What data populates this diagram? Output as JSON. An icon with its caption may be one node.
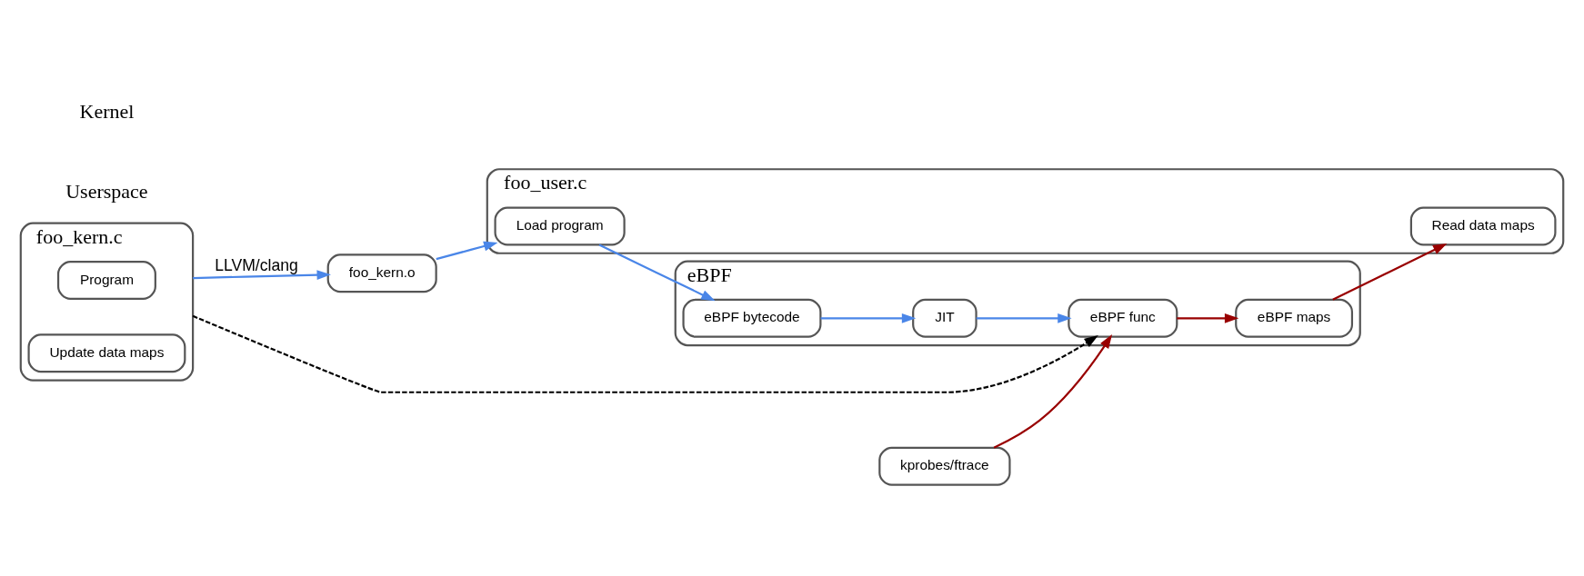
{
  "diagram": {
    "nodes": [
      {
        "text": [
          "foo_kern.c"
        ]
      },
      {
        "text": [
          "Program"
        ],
        "in": 0
      },
      {
        "text": [
          "Update data maps"
        ],
        "in": 0
      },
      {
        "text": [
          "foo_kern.o"
        ]
      },
      {
        "text": [
          "foo_user.c"
        ]
      },
      {
        "text": [
          "Load program"
        ],
        "in": 4
      },
      {
        "text": [
          "Read data maps"
        ],
        "in": 4
      },
      {
        "text": [
          "eBPF"
        ]
      },
      {
        "text": [
          "eBPF bytecode"
        ],
        "in": 7
      },
      {
        "text": [
          "JIT"
        ],
        "in": 7
      },
      {
        "text": [
          "eBPF maps"
        ],
        "in": 7
      },
      {
        "text": [
          "eBPF func"
        ],
        "in": 7
      },
      {
        "text": [
          "kprobes/ftrace"
        ]
      }
    ],
    "edges": [
      {
        "from": 0,
        "to": 3,
        "arrow": "to",
        "label": "LLVM/clang"
      },
      {
        "from": 3,
        "to": 5,
        "arrow": "to"
      },
      {
        "from": 5,
        "to": 8,
        "arrow": "to"
      },
      {
        "from": 8,
        "to": 9,
        "arrow": "to"
      },
      {
        "from": 9,
        "to": 11,
        "arrow": "to"
      },
      {
        "from": 11,
        "to": 10,
        "arrow": "to",
        "color": "#990000"
      },
      {
        "from": 10,
        "to": 6,
        "arrow": "to",
        "color": "#990000"
      },
      {
        "from": 12,
        "to": 11,
        "arrow": "to",
        "color": "#990000"
      },
      {
        "from": 0,
        "to": 11,
        "arrow": "to",
        "style": "dashed",
        "color": "#000000"
      }
    ],
    "labels": [
      "Userspace",
      "Kernel"
    ]
  }
}
